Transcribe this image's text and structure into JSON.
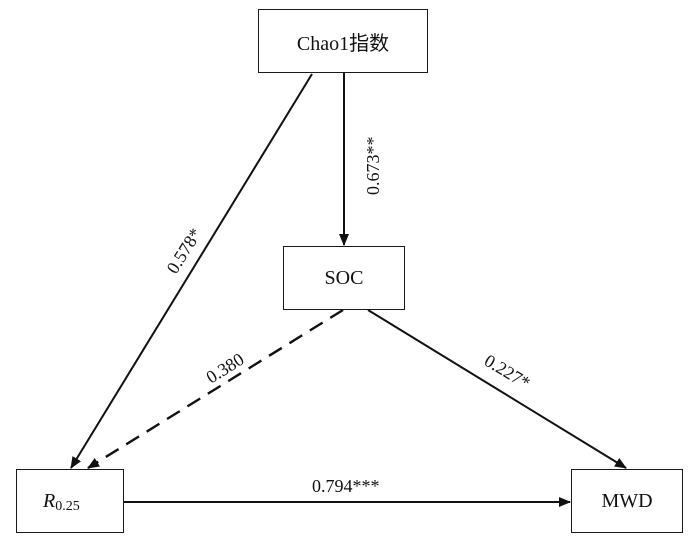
{
  "nodes": {
    "chao1": {
      "label": "Chao1指数"
    },
    "soc": {
      "label": "SOC"
    },
    "r025": {
      "label_main": "R",
      "label_sub": "0.25"
    },
    "mwd": {
      "label": "MWD"
    }
  },
  "edges": {
    "chao1_to_soc": {
      "coefficient": "0.673**",
      "style": "solid"
    },
    "chao1_to_r025": {
      "coefficient": "0.578*",
      "style": "solid"
    },
    "soc_to_r025": {
      "coefficient": "0.380",
      "style": "dashed"
    },
    "soc_to_mwd": {
      "coefficient": "0.227*",
      "style": "solid"
    },
    "r025_to_mwd": {
      "coefficient": "0.794***",
      "style": "solid"
    }
  },
  "colors": {
    "line": "#111111",
    "box_border": "#1a1a1a",
    "background": "#ffffff"
  }
}
